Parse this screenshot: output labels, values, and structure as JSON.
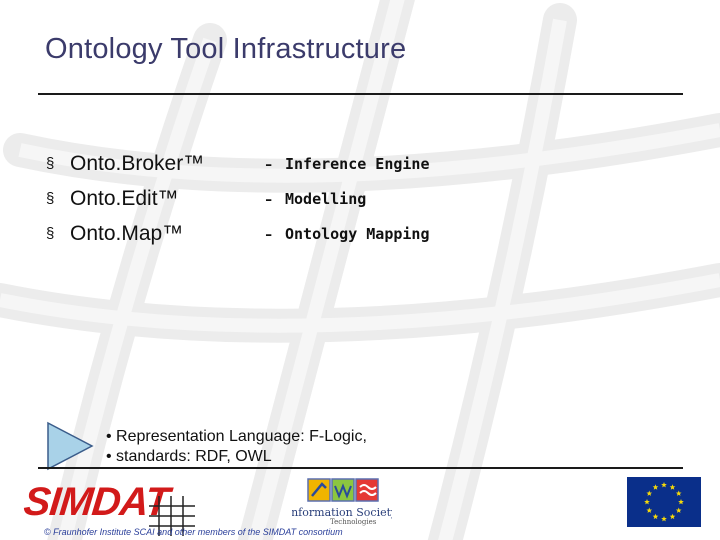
{
  "slide": {
    "title": "Ontology Tool Infrastructure",
    "tools": [
      {
        "name": "Onto.Broker™",
        "role": "Inference Engine"
      },
      {
        "name": "Onto.Edit™",
        "role": "Modelling"
      },
      {
        "name": "Onto.Map™",
        "role": "Ontology Mapping"
      }
    ],
    "bullet_glyph": "§",
    "dash_glyph": "-",
    "notes": [
      "• Representation Language: F-Logic,",
      "• standards: RDF,  OWL"
    ]
  },
  "footer": {
    "logo_text": "SIMDAT",
    "is_logo_text": "Information Society",
    "is_logo_sub": "Technologies",
    "copyright": "© Fraunhofer Institute SCAI and other members of the SIMDAT consortium"
  },
  "colors": {
    "title": "#3b3b6b",
    "simdat_red": "#d21a1a",
    "eu_blue": "#0a2f8a",
    "eu_star": "#f5d90a",
    "play_fill": "#a9d2e8",
    "copyright": "#2a3f9a"
  }
}
